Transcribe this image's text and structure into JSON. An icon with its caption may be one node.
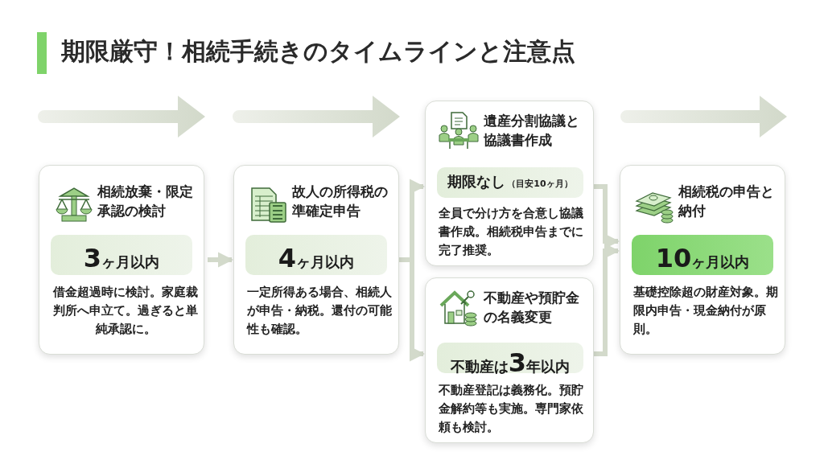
{
  "diagram": {
    "title": "期限厳守！相続手続きのタイムラインと注意点",
    "nodes": [
      {
        "text": [
          "相続放棄・限定承認の検討",
          "借金超過時に検討。家庭裁判所へ申立て。過ぎると単純承認に。"
        ]
      },
      {
        "text": [
          "3ヶ月以内"
        ],
        "in": 0
      },
      {
        "text": [
          "故人の所得税の準確定申告",
          "一定所得ある場合、相続人が申告・納税。還付の可能性も確認。"
        ]
      },
      {
        "text": [
          "4ヶ月以内"
        ],
        "in": 2
      },
      {
        "text": [
          "遺産分割協議と協議書作成",
          "全員で分け方を合意し協議書作成。相続税申告までに完了推奨。"
        ]
      },
      {
        "text": [
          "期限なし",
          "（目安10ヶ月）"
        ],
        "in": 4
      },
      {
        "text": [
          "不動産や預貯金の名義変更",
          "不動産登記は義務化。預貯金解約等も実施。専門家依頼も検討。"
        ]
      },
      {
        "text": [
          "不動産は3年以内"
        ],
        "in": 6
      },
      {
        "text": [
          "相続税の申告と納付",
          "基礎控除超の財産対象。期限内申告・現金納付が原則。"
        ]
      },
      {
        "text": [
          "10ヶ月以内"
        ],
        "in": 8
      }
    ],
    "edges": [
      {
        "from": 0,
        "to": 2,
        "arrow": "to"
      },
      {
        "from": 2,
        "to": 4,
        "arrow": "to"
      },
      {
        "from": 2,
        "to": 6,
        "arrow": "to"
      },
      {
        "from": 4,
        "to": 8,
        "arrow": "to"
      },
      {
        "from": 6,
        "to": 8,
        "arrow": "to"
      }
    ]
  }
}
